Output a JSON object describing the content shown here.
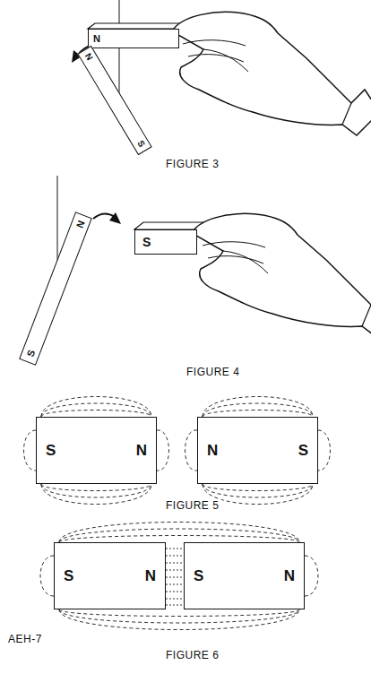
{
  "diagram": {
    "nodes": [
      {
        "text": [
          "N"
        ]
      },
      {
        "text": [
          "N",
          "S"
        ]
      },
      {
        "text": [
          "N",
          "S"
        ]
      },
      {
        "text": [
          "S"
        ]
      },
      {
        "text": [
          "S",
          "N"
        ]
      },
      {
        "text": [
          "N",
          "S"
        ]
      },
      {
        "text": [
          "S",
          "N"
        ]
      },
      {
        "text": [
          "S",
          "N"
        ]
      }
    ],
    "labels": [
      "FIGURE 3",
      "FIGURE 4",
      "FIGURE 5",
      "FIGURE 6",
      "AEH-7"
    ]
  }
}
